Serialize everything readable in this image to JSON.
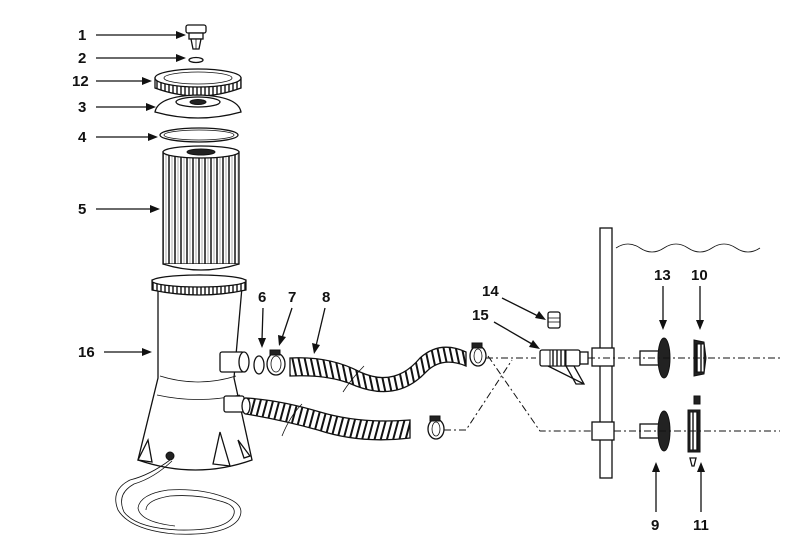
{
  "labels": {
    "l1": "1",
    "l2": "2",
    "l12": "12",
    "l3": "3",
    "l4": "4",
    "l5": "5",
    "l16": "16",
    "l6": "6",
    "l7": "7",
    "l8": "8",
    "l14": "14",
    "l15": "15",
    "l13": "13",
    "l10": "10",
    "l9": "9",
    "l11": "11"
  }
}
